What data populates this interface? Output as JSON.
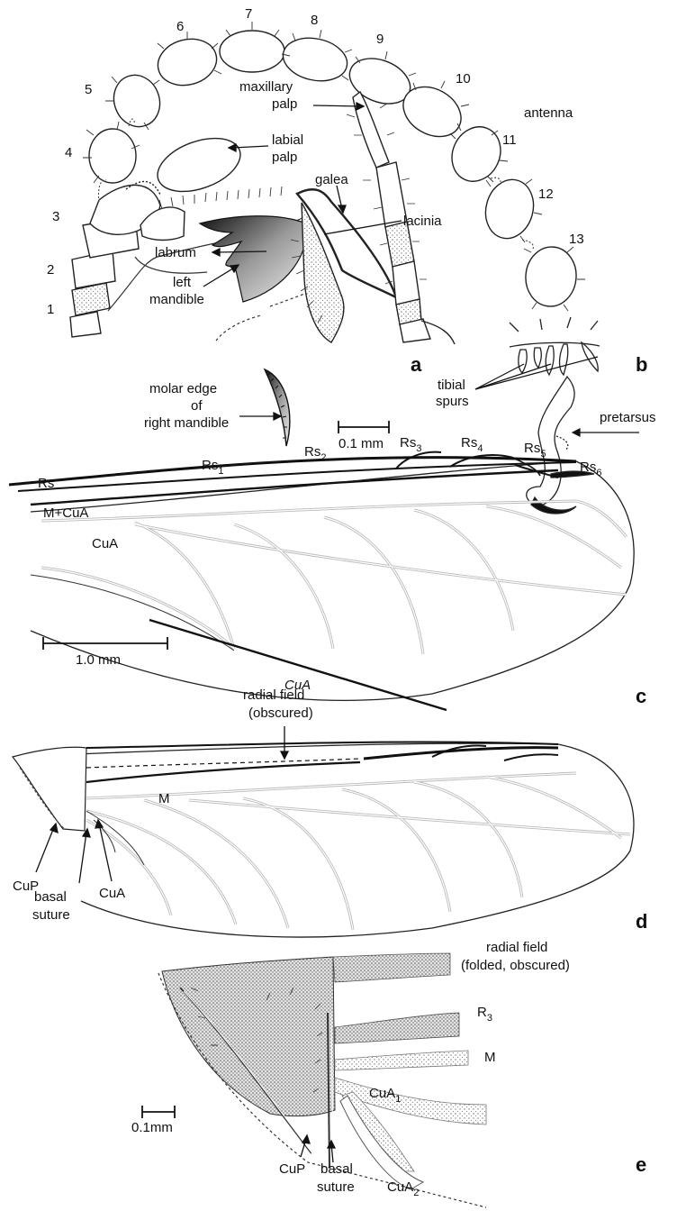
{
  "panel_a": {
    "letter": "a",
    "segments": [
      "1",
      "2",
      "3",
      "4",
      "5",
      "6",
      "7",
      "8",
      "9",
      "10",
      "11",
      "12",
      "13"
    ],
    "labels": {
      "antenna": "antenna",
      "maxillary_palp_1": "maxillary",
      "maxillary_palp_2": "palp",
      "labial_palp_1": "labial",
      "labial_palp_2": "palp",
      "galea": "galea",
      "lacinia": "lacinia",
      "labrum": "labrum",
      "left_mandible_1": "left",
      "left_mandible_2": "mandible",
      "molar_1": "molar edge",
      "molar_2": "of",
      "molar_3": "right mandible"
    },
    "scale_label": "0.1 mm"
  },
  "panel_b": {
    "letter": "b",
    "labels": {
      "tibial_spurs_1": "tibial",
      "tibial_spurs_2": "spurs",
      "pretarsus": "pretarsus"
    }
  },
  "panel_c": {
    "letter": "c",
    "veins": {
      "rs1": "Rs",
      "rs1_sub": "1",
      "rs2": "Rs",
      "rs2_sub": "2",
      "rs3": "Rs",
      "rs3_sub": "3",
      "rs4": "Rs",
      "rs4_sub": "4",
      "rs5": "Rs",
      "rs5_sub": "5",
      "rs6": "Rs",
      "rs6_sub": "6",
      "rs": "Rs",
      "m_cua": "M+CuA",
      "cua": "CuA",
      "cua_italic": "CuA"
    },
    "scale_label": "1.0 mm"
  },
  "panel_d": {
    "letter": "d",
    "labels": {
      "radial_1": "radial field",
      "radial_2": "(obscured)",
      "m": "M",
      "cup": "CuP",
      "basal_1": "basal",
      "basal_2": "suture",
      "cua": "CuA"
    }
  },
  "panel_e": {
    "letter": "e",
    "labels": {
      "radial_1": "radial field",
      "radial_2": "(folded, obscured)",
      "r3": "R",
      "r3_sub": "3",
      "m": "M",
      "cua1": "CuA",
      "cua1_sub": "1",
      "cup": "CuP",
      "basal_1": "basal",
      "basal_2": "suture",
      "cua2": "CuA",
      "cua2_sub": "2"
    },
    "scale_label": "0.1mm"
  }
}
